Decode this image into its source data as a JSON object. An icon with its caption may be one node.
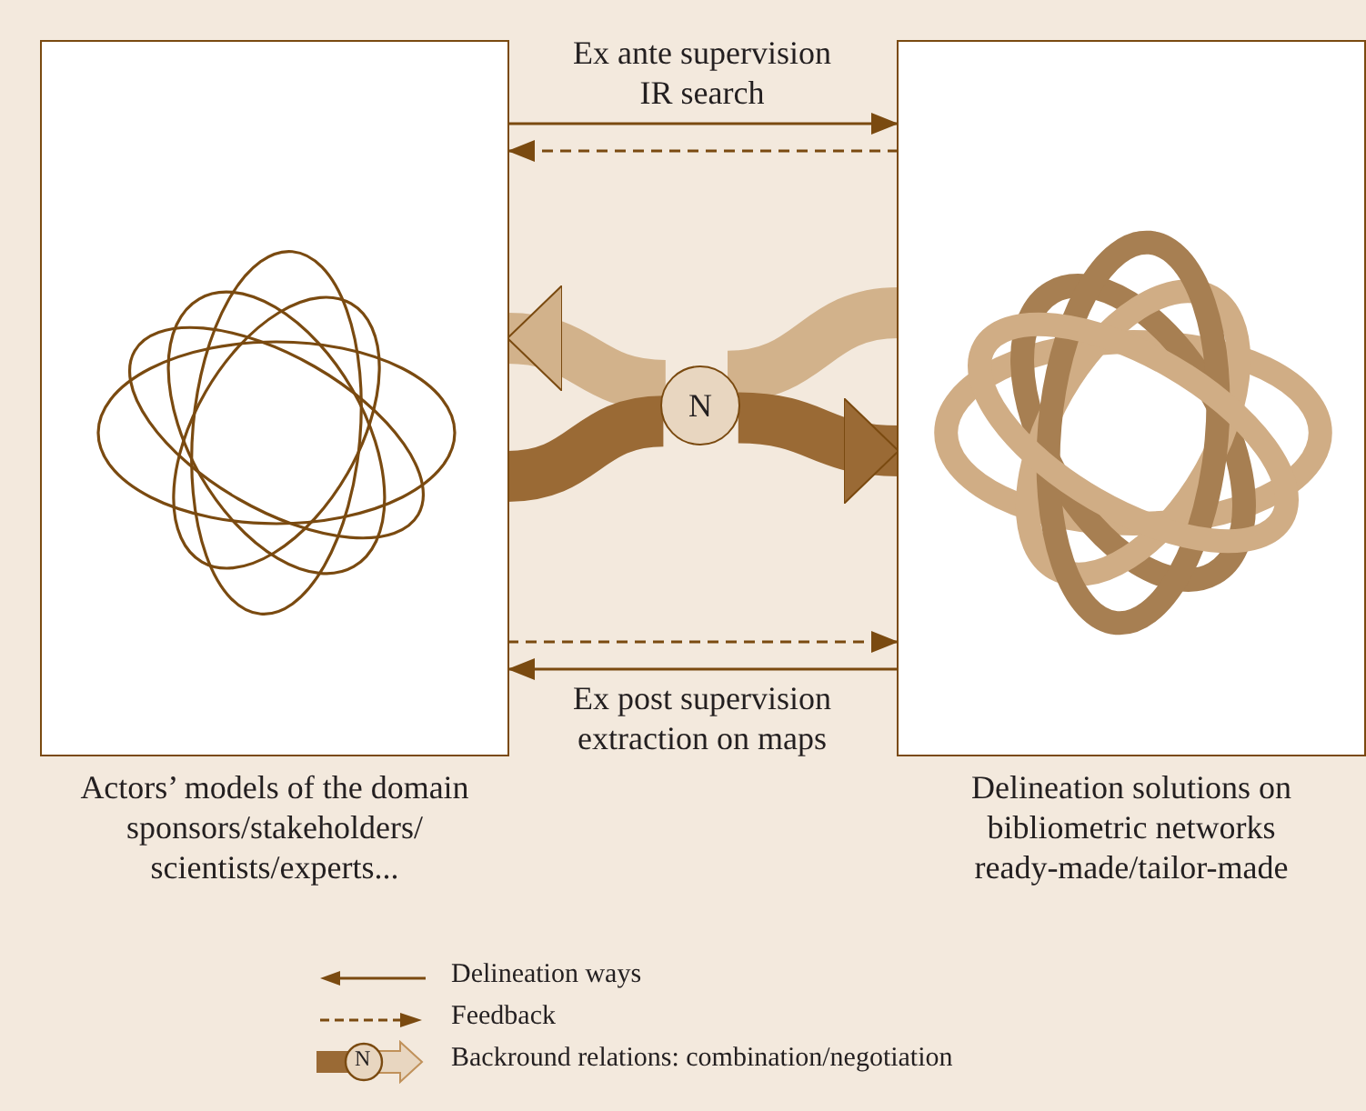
{
  "diagram": {
    "nodes": [
      {
        "text": [
          "Actors’ models of the domain",
          "sponsors/stakeholders/ scientists/experts..."
        ]
      },
      {
        "text": [
          "Delineation solutions on bibliometric networks",
          "ready-made/tailor-made"
        ]
      },
      {
        "text": [
          "N"
        ]
      }
    ],
    "edges": [
      {
        "from": 0,
        "to": 1,
        "arrow": "to",
        "label": "Ex ante supervision IR search"
      },
      {
        "from": 1,
        "to": 0,
        "arrow": "to",
        "style": "dashed"
      },
      {
        "from": 0,
        "to": 1,
        "arrow": "to",
        "style": "dashed"
      },
      {
        "from": 1,
        "to": 0,
        "arrow": "to",
        "label": "Ex post supervision extraction on maps"
      },
      {
        "from": 1,
        "to": 2,
        "arrow": "none",
        "style": "thick",
        "color": "#d2b28b"
      },
      {
        "from": 2,
        "to": 0,
        "arrow": "to",
        "style": "thick",
        "color": "#d2b28b"
      },
      {
        "from": 0,
        "to": 2,
        "arrow": "none",
        "style": "thick",
        "color": "#9a6a35"
      },
      {
        "from": 2,
        "to": 1,
        "arrow": "to",
        "style": "thick",
        "color": "#9a6a35"
      }
    ],
    "labels": [
      "N"
    ],
    "legend": [
      {
        "text": "Delineation ways"
      },
      {
        "text": "Feedback"
      },
      {
        "text": "Backround relations: combination/negotiation"
      }
    ]
  }
}
